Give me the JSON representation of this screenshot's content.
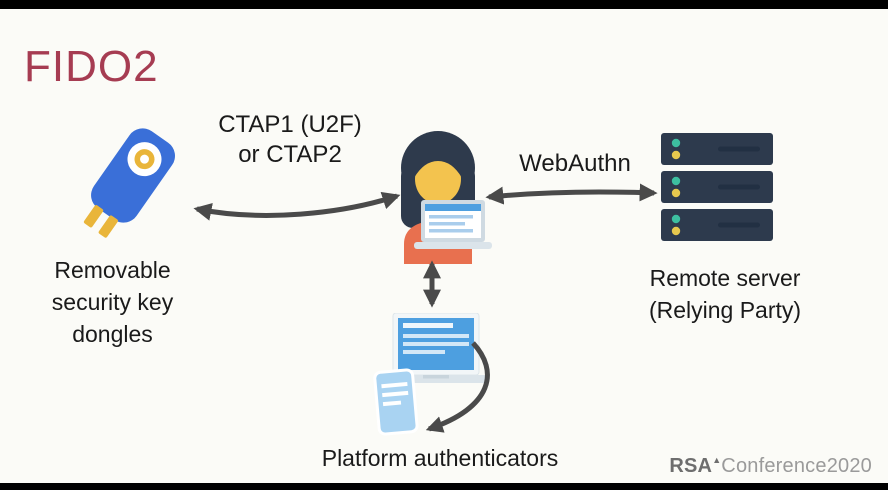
{
  "slide": {
    "title": "FIDO2"
  },
  "colors": {
    "background": "#fbfbf7",
    "bar": "#000000",
    "title": "#a63c52",
    "text": "#1a1a1a",
    "arrow": "#4a4a4a",
    "key_blue": "#3a6fd8",
    "gold": "#e9b53a",
    "hair": "#2e3a4c",
    "skin": "#f3c34e",
    "shirt": "#e8704f",
    "laptop_gray": "#cfdae2",
    "laptop_base": "#dbe4ea",
    "screen_blue": "#4d9fe0",
    "screen_blue_light": "#a9d3f2",
    "line_blue": "#a9cdec",
    "server_navy": "#2d3a4d",
    "server_slot": "#223043",
    "dot_teal": "#3dbfa0",
    "dot_yellow": "#e6c84e",
    "brand_dark": "#6e6e6e",
    "brand_light": "#9a9a9a"
  },
  "labels": {
    "ctap_lines": [
      "CTAP1 (U2F)",
      "or CTAP2"
    ],
    "webauthn": "WebAuthn",
    "security_key_lines": [
      "Removable",
      "security key",
      "dongles"
    ],
    "remote_server_lines": [
      "Remote server",
      "(Relying Party)"
    ],
    "platform": "Platform authenticators"
  },
  "footer": {
    "rsa": "RSA",
    "conference": "Conference",
    "year": "2020"
  },
  "icons": {
    "security_key": "usb-security-key-icon",
    "user": "person-with-laptop-icon",
    "server": "server-stack-icon",
    "platform": "laptop-and-phone-icon"
  }
}
